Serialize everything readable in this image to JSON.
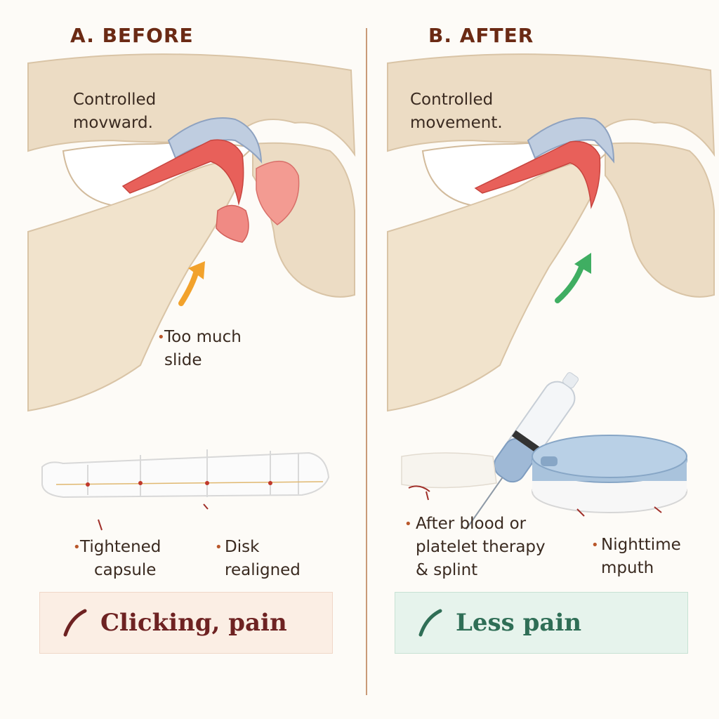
{
  "panel_a": {
    "title": "A. BEFORE",
    "label_top": [
      "Controlled",
      "movward."
    ],
    "label_middle": [
      "Too much",
      "slide"
    ],
    "label_bottom_left": [
      "Tightened",
      "capsule"
    ],
    "label_bottom_right": [
      "Disk",
      "realigned"
    ],
    "summary": "Clicking, pain",
    "summary_color": "#6e2222",
    "arrow_color": "#f2a22c"
  },
  "panel_b": {
    "title": "B. AFTER",
    "label_top": [
      "Controlled",
      "movement."
    ],
    "label_bottom_left": [
      "After blood or",
      "platelet therapy",
      "& splint"
    ],
    "label_bottom_right": [
      "Nighttime",
      "mputh"
    ],
    "summary": "Less pain",
    "summary_color": "#2f6e56",
    "arrow_color": "#3fae62"
  },
  "icons": [
    "arrow-up-icon",
    "syringe-icon",
    "splint-icon",
    "check-mark-icon"
  ]
}
